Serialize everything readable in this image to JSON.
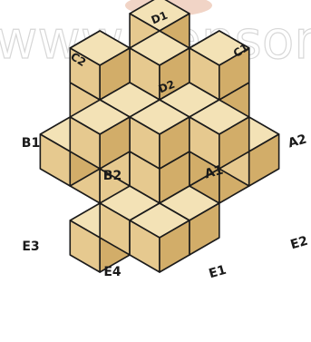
{
  "figure": {
    "watermark": "www.gensoric",
    "colors": {
      "top_face": "#f3e2b6",
      "left_face": "#e6c98f",
      "right_face": "#d2ad69",
      "edge": "#1b1b1b",
      "watermark_logo": "#f1d4c6"
    }
  },
  "piece_labels": {
    "top_center": "D1",
    "top_left": "C2",
    "top_right": "C1",
    "center_top": "D2",
    "b1": "B1",
    "b2": "B2",
    "a1": "A1",
    "a2": "A2",
    "e3": "E3",
    "e4": "E4",
    "e1": "E1",
    "e2": "E2"
  }
}
